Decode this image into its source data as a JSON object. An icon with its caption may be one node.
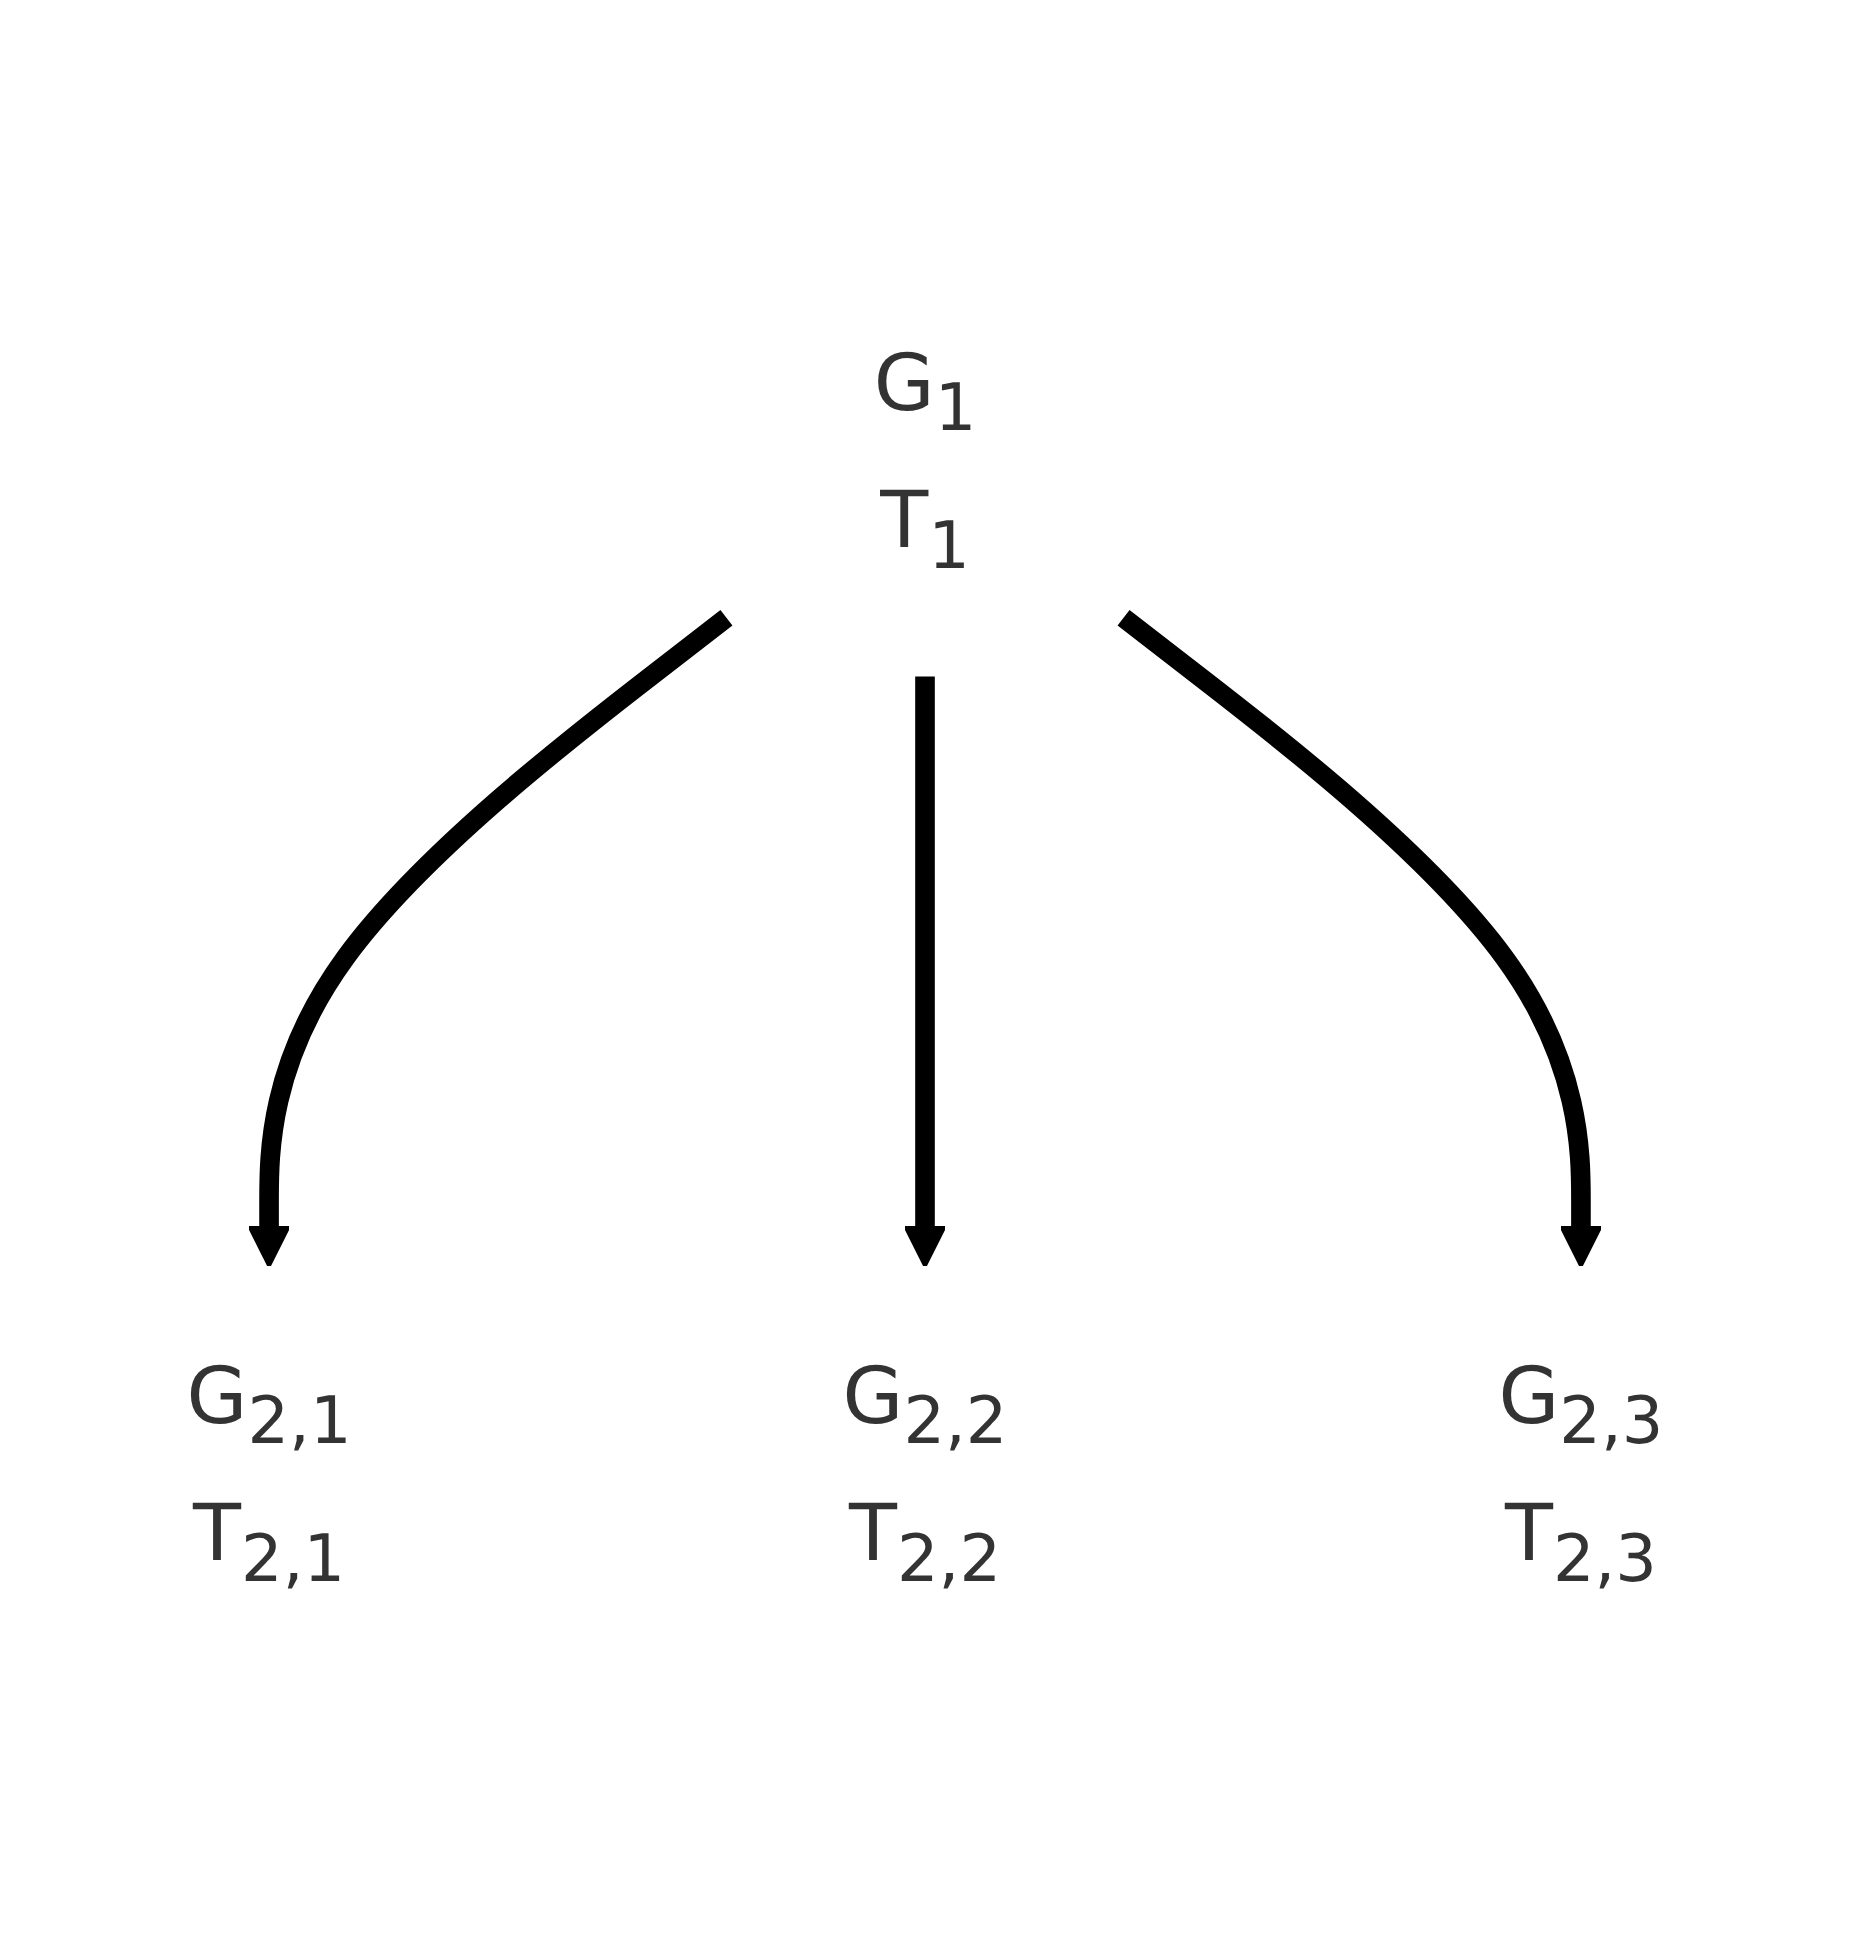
{
  "diagram": {
    "nodes": [
      {
        "text": [
          "G$_{1}$",
          "T$_{1}$"
        ]
      },
      {
        "text": [
          "G$_{2,1}$",
          "T$_{2,1}$"
        ]
      },
      {
        "text": [
          "G$_{2,2}$",
          "T$_{2,2}$"
        ]
      },
      {
        "text": [
          "G$_{2,3}$",
          "T$_{2,3}$"
        ]
      }
    ],
    "edges": [
      {
        "from": 0,
        "to": 1,
        "arrow": "to"
      },
      {
        "from": 0,
        "to": 2,
        "arrow": "to"
      },
      {
        "from": 0,
        "to": 3,
        "arrow": "to"
      }
    ]
  }
}
